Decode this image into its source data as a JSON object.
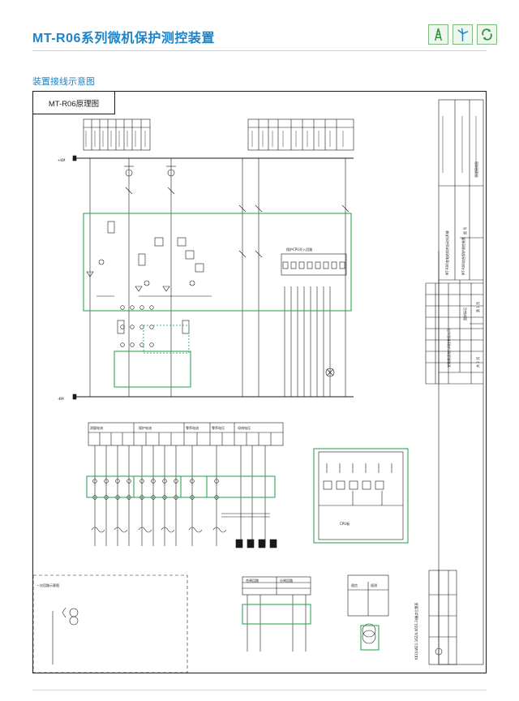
{
  "header": {
    "title": "MT-R06系列微机保护测控装置",
    "icons": [
      "tower-icon",
      "wind-turbine-icon",
      "recycle-icon"
    ]
  },
  "section": {
    "title": "装置接线示意图"
  },
  "diagram": {
    "tab_label": "MT-R06原理图",
    "title_block": {
      "company": "安徽美通电力科技有限公司",
      "system": "MT-R06变电站综合自动化系统",
      "device": "MT-R06综合保护测控装置",
      "drawing": "原理接线图",
      "sheet_left": "共 2 页",
      "sheet_right": "第 1 页",
      "drawing_no_label": "图 号",
      "stage_label": "图样标记"
    },
    "power_labels": {
      "plus": "+KM",
      "minus": "-KM"
    },
    "upper_module_label": "保护CPU开入回路",
    "left_bottom_label": "一次回路示意图",
    "cpu_label": "CPU板",
    "current_table_headers": [
      "测量电流",
      "保护电流",
      "零序电流",
      "零序电压",
      "母线电压"
    ],
    "control_table_headers": [
      "合闸回路",
      "分闸回路"
    ],
    "signal_table_headers": [
      "遥信",
      "遥测"
    ],
    "bottom_right_header": "KK1(LW21-16Z/4.0651.3)触点位置表"
  }
}
